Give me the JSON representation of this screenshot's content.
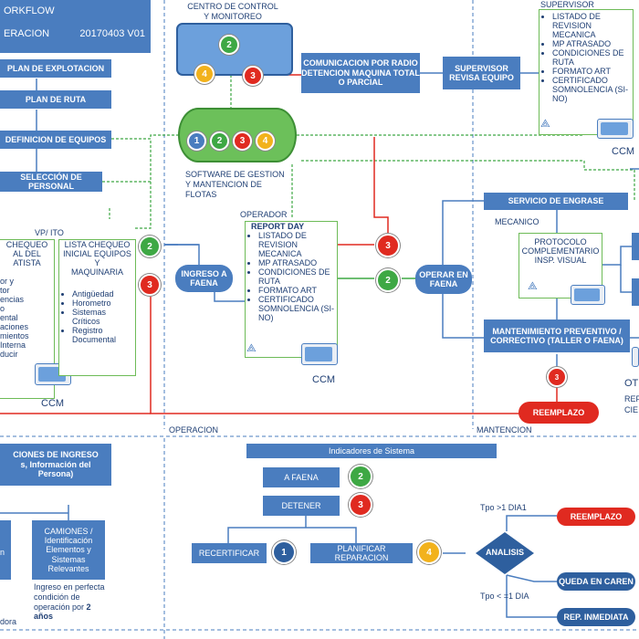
{
  "header": {
    "title1": "ORKFLOW",
    "title2": "ERACION",
    "version": "20170403 V01"
  },
  "left_boxes": [
    "PLAN DE EXPLOTACION",
    "PLAN DE RUTA",
    "DEFINICION DE EQUIPOS",
    "SELECCIÓN DE PERSONAL"
  ],
  "centro": {
    "label": "CENTRO DE CONTROL\nY MONITOREO",
    "c1": "2",
    "c2": "4",
    "c3": "3"
  },
  "software": {
    "label": "SOFTWARE DE GESTION\nY MANTENCION DE\nFLOTAS",
    "c1": "1",
    "c2": "2",
    "c3": "3",
    "c4": "4"
  },
  "comunicacion": "COMUNICACION POR RADIO\nDETENCION MAQUINA TOTAL\nO PARCIAL",
  "supervisor_box": "SUPERVISOR\nREVISA EQUIPO",
  "supervisor_doc": {
    "label": "SUPERVISOR",
    "items": [
      "LISTADO DE REVISION MECANICA",
      "MP ATRASADO",
      "CONDICIONES DE RUTA",
      "FORMATO ART",
      "CERTIFICADO SOMNOLENCIA (SI-NO)"
    ],
    "ccm": "CCM"
  },
  "vp_ito": "VP/ ITO",
  "left_doc": {
    "title": "CHEQUEO\nAL DEL\nATISTA",
    "items": [
      "or y",
      "tor",
      "encias",
      "o",
      "ental",
      "aciones",
      "",
      "mientos",
      "Interna",
      "ducir"
    ],
    "ccm": "CCM"
  },
  "lista_doc": {
    "title": "LISTA CHEQUEO\nINICIAL EQUIPOS Y\nMAQUINARIA",
    "items": [
      "Antigüedad",
      "Horometro",
      "Sistemas Críticos",
      "Registro Documental"
    ]
  },
  "ingreso": "INGRESO A\nFAENA",
  "flow_c2": "2",
  "flow_c3": "3",
  "operador": {
    "label": "OPERADOR",
    "title": "REPORT DAY",
    "items": [
      "LISTADO DE REVISION MECANICA",
      "MP ATRASADO",
      "CONDICIONES DE RUTA",
      "FORMATO ART",
      "CERTIFICADO SOMNOLENCIA (SI-NO)"
    ],
    "ccm": "CCM"
  },
  "op_c3": "3",
  "op_c2": "2",
  "operar": "OPERAR EN\nFAENA",
  "engrase": "SERVICIO DE ENGRASE",
  "mecanico": {
    "label": "MECANICO",
    "doc": "PROTOCOLO\nCOMPLEMENTARIO\nINSP. VISUAL"
  },
  "mantenimiento": "MANTENIMIENTO PREVENTIVO /\nCORRECTIVO (TALLER O FAENA)",
  "mant_c3": "3",
  "reemplazo_top": "REEMPLAZO",
  "right_cut": {
    "a": "OT",
    "b": "REP",
    "c": "CIE"
  },
  "section_labels": {
    "operacion": "OPERACION",
    "mantencion": "MANTENCION"
  },
  "bottom_left": {
    "title": "CIONES DE INGRESO\ns, Información del\nPersona)",
    "camiones": "CAMIONES /\nIdentificación\nElementos y\nSistemas\nRelevantes",
    "note_pre": "Ingreso en perfecta condición de operación por ",
    "note_bold": "2 años",
    "cut1": "n",
    "cut2": "dora"
  },
  "indicadores": {
    "title": "Indicadores de Sistema",
    "a_faena": "A FAENA",
    "c_a": "2",
    "detener": "DETENER",
    "c_d": "3",
    "recertificar": "RECERTIFICAR",
    "c_r": "1",
    "planificar": "PLANIFICAR REPARACION",
    "c_p": "4",
    "analisis": "ANALISIS",
    "tpo_gt": "Tpo >1 DIA1",
    "tpo_le": "Tpo < =1 DIA",
    "reemplazo": "REEMPLAZO",
    "queda": "QUEDA EN CAREN",
    "rep": "REP. INMEDIATA"
  }
}
